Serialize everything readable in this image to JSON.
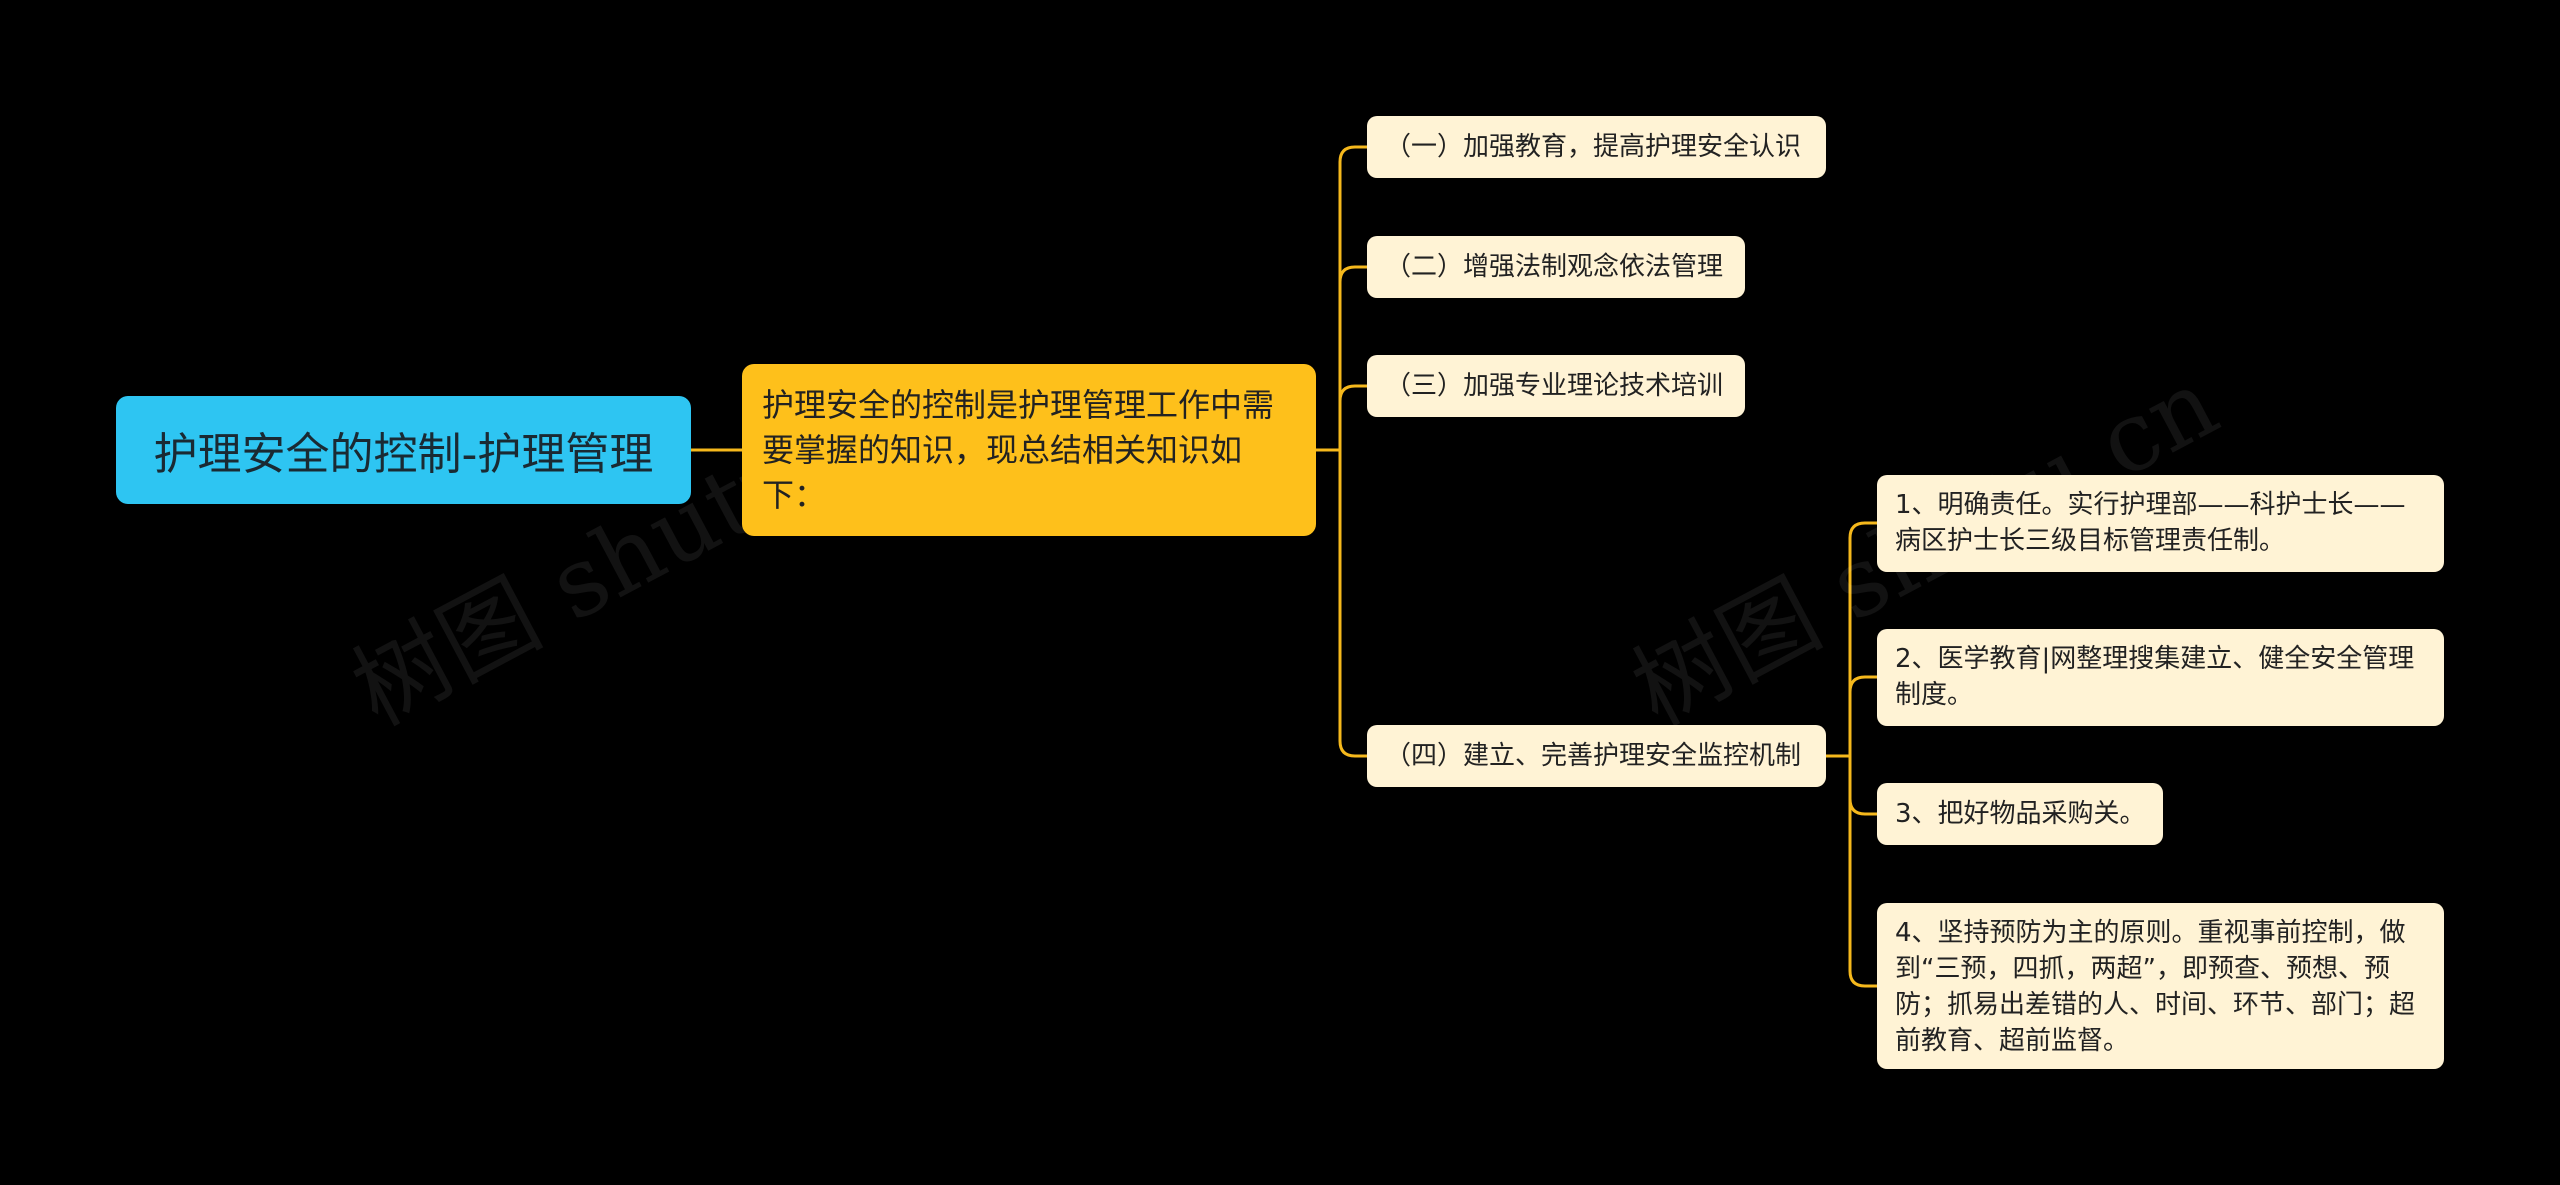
{
  "root": {
    "label": "护理安全的控制-护理管理"
  },
  "summary": {
    "label": "护理安全的控制是护理管理工作中需要掌握的知识，现总结相关知识如下："
  },
  "branches": [
    {
      "label": "（一）加强教育，提高护理安全认识"
    },
    {
      "label": "（二）增强法制观念依法管理"
    },
    {
      "label": "（三）加强专业理论技术培训"
    },
    {
      "label": "（四）建立、完善护理安全监控机制"
    }
  ],
  "sub_items": [
    {
      "label": "1、明确责任。实行护理部——科护士长——病区护士长三级目标管理责任制。"
    },
    {
      "label": "2、医学教育|网整理搜集建立、健全安全管理制度。"
    },
    {
      "label": "3、把好物品采购关。"
    },
    {
      "label": "4、坚持预防为主的原则。重视事前控制，做到“三预，四抓，两超”，即预查、预想、预防；抓易出差错的人、时间、环节、部门；超前教育、超前监督。"
    }
  ],
  "watermark": {
    "text": "树图 shutu.cn"
  },
  "colors": {
    "background": "#000000",
    "root": "#2ec5f2",
    "summary": "#fec01b",
    "leaf": "#fff3d5",
    "connector": "#f5b81c"
  }
}
